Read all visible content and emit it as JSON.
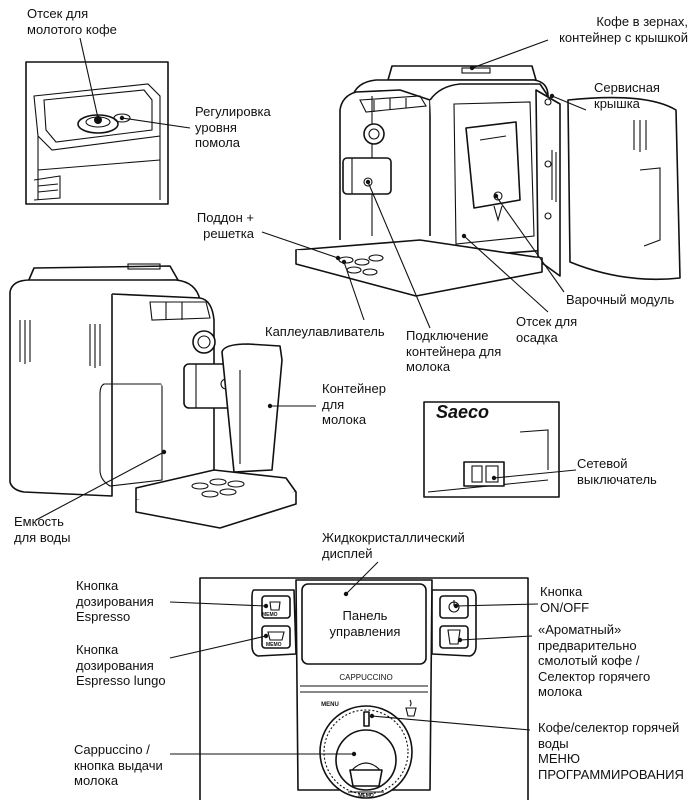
{
  "labels": {
    "ground_coffee_compartment": [
      "Отсек для",
      "молотого кофе"
    ],
    "grind_adjustment": [
      "Регулировка",
      "уровня",
      "помола"
    ],
    "bean_container": [
      "Кофе в зернах,",
      "контейнер с крышкой"
    ],
    "service_cover": [
      "Сервисная",
      "крышка"
    ],
    "drip_tray": [
      "Поддон +",
      "решетка"
    ],
    "brew_group": [
      "Варочный модуль"
    ],
    "drip_catcher": [
      "Каплеулавливатель"
    ],
    "milk_connection": [
      "Подключение",
      "контейнера для",
      "молока"
    ],
    "grounds_drawer": [
      "Отсек для",
      "осадка"
    ],
    "milk_container": [
      "Контейнер",
      "для",
      "молока"
    ],
    "power_switch": [
      "Сетевой",
      "выключатель"
    ],
    "water_tank": [
      "Емкость",
      "для воды"
    ],
    "lcd_display": [
      "Жидкокристаллический",
      "дисплей"
    ],
    "espresso_button": [
      "Кнопка",
      "дозирования",
      "Espresso"
    ],
    "control_panel": [
      "Панель",
      "управления"
    ],
    "on_off_button": [
      "Кнопка",
      "ON/OFF"
    ],
    "aroma_button": [
      "«Ароматный»",
      "предварительно",
      "смолотый кофе /",
      "Селектор горячего",
      "молока"
    ],
    "espresso_lungo_button": [
      "Кнопка",
      "дозирования",
      "Espresso lungo"
    ],
    "coffee_water_selector": [
      "Кофе/селектор горячей",
      "воды",
      "МЕНЮ",
      "ПРОГРАММИРОВАНИЯ"
    ],
    "cappuccino_button": [
      "Cappuccino /",
      "кнопка выдачи",
      "молока"
    ]
  },
  "panel_marks": {
    "memo_1": "MEMO",
    "memo_2": "MEMO",
    "cappuccino": "CAPPUCCINO",
    "menu": "MENU",
    "memo_knob": "MEMO",
    "brand": "Saeco"
  }
}
